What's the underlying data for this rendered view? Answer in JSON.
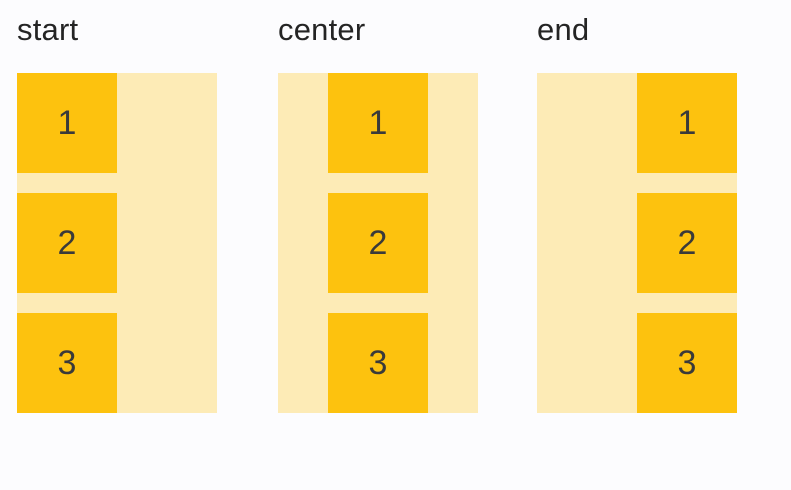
{
  "colors": {
    "page_bg": "#FCFCFE",
    "container_bg": "#FDEBB6",
    "item_bg": "#FDC20E",
    "label_text": "#242424",
    "item_text": "#3A3A3A"
  },
  "columns": [
    {
      "label": "start",
      "alignment": "start",
      "items": [
        "1",
        "2",
        "3"
      ]
    },
    {
      "label": "center",
      "alignment": "center",
      "items": [
        "1",
        "2",
        "3"
      ]
    },
    {
      "label": "end",
      "alignment": "end",
      "items": [
        "1",
        "2",
        "3"
      ]
    }
  ]
}
